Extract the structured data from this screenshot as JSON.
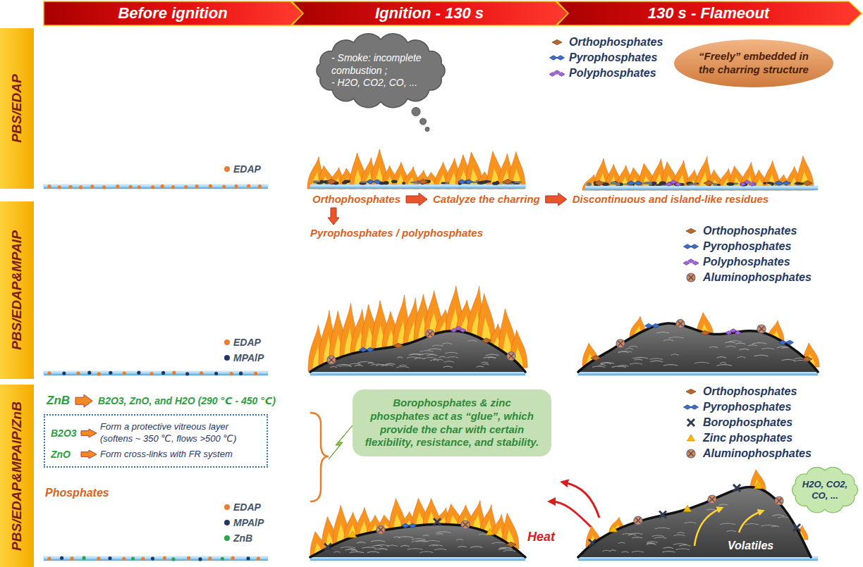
{
  "diagram": {
    "nodes": [
      {
        "text": [
          "Before ignition"
        ]
      },
      {
        "text": [
          "Ignition - 130 s"
        ]
      },
      {
        "text": [
          "130 s - Flameout"
        ]
      },
      {
        "text": [
          "PBS/EDAP"
        ]
      },
      {
        "text": [
          "- Smoke: incomplete combustion ;",
          "- H2O, CO2, CO, ..."
        ]
      },
      {
        "text": [
          "“Freely” embedded in the charring structure"
        ]
      },
      {
        "text": [
          "PBS/EDAP&MPAlP"
        ]
      },
      {
        "text": [
          "PBS/EDAP&MPAlP/ZnB"
        ]
      },
      {
        "text": [
          "B2O3",
          "Form a protective vitreous layer (softens ~ 350 ℃, flows >500 ℃)",
          "ZnO",
          "Form cross-links with FR system"
        ]
      },
      {
        "text": [
          "Borophosphates & zinc phosphates act as “glue”, which provide the char with certain flexibility, resistance, and stability."
        ]
      },
      {
        "text": [
          "H2O, CO2, CO, ..."
        ]
      }
    ],
    "labels": [
      "Orthophosphates",
      "Catalyze the charring",
      "Discontinuous and island-like residues",
      "Pyrophosphates / polyphosphates",
      "ZnB",
      "B2O3, ZnO, and H2O (290 ℃ - 450 ℃)",
      "Phosphates",
      "Heat",
      "Volatiles"
    ],
    "legend": [
      {
        "text": "Orthophosphates"
      },
      {
        "text": "Pyrophosphates"
      },
      {
        "text": "Polyphosphates"
      },
      {
        "text": "EDAP",
        "color": "#ee7d2b"
      },
      {
        "text": "Orthophosphates"
      },
      {
        "text": "Pyrophosphates"
      },
      {
        "text": "Polyphosphates"
      },
      {
        "text": "Aluminophosphates"
      },
      {
        "text": "EDAP",
        "color": "#ee7d2b"
      },
      {
        "text": "MPAlP",
        "color": "#203864"
      },
      {
        "text": "Orthophosphates"
      },
      {
        "text": "Pyrophosphates"
      },
      {
        "text": "Borophosphates"
      },
      {
        "text": "Zinc phosphates"
      },
      {
        "text": "Aluminophosphates"
      },
      {
        "text": "EDAP",
        "color": "#ee7d2b"
      },
      {
        "text": "MPAlP",
        "color": "#203864"
      },
      {
        "text": "ZnB",
        "color": "#2aa84a"
      }
    ]
  }
}
